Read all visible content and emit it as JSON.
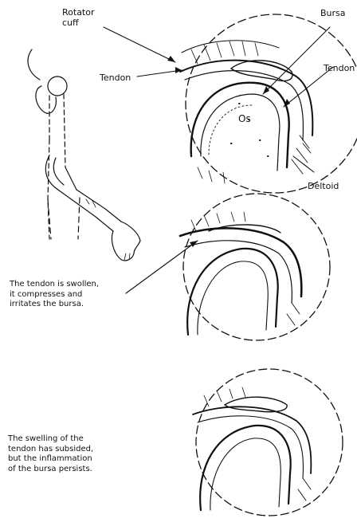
{
  "labels": {
    "rotator_cuff": "Rotator\ncuff",
    "tendon_left": "Tendon",
    "bursa": "Bursa",
    "tendon_right": "Tendon",
    "os": "Os",
    "deltoid": "Deltoid"
  },
  "captions": {
    "middle": "The tendon is swollen,\nit compresses and\nirritates the bursa.",
    "bottom": "The swelling of the\ntendon has subsided,\nbut the inflammation\nof the bursa persists."
  }
}
